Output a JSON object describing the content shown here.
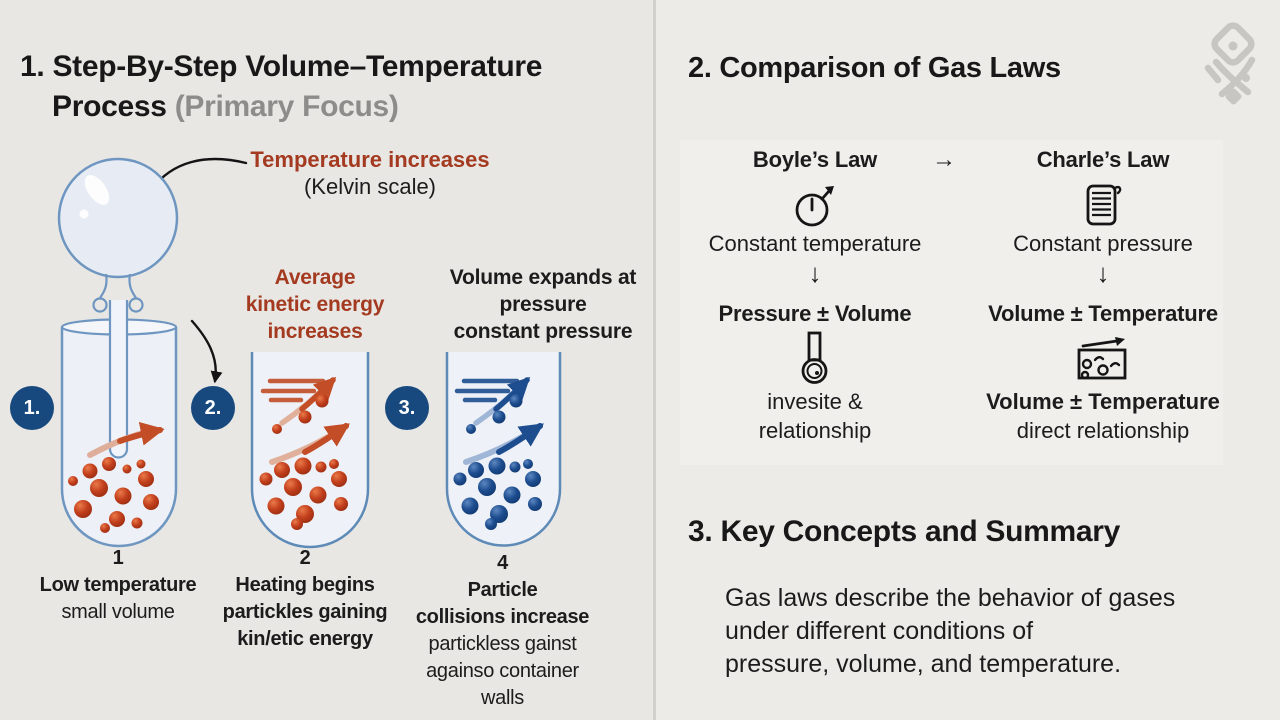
{
  "colors": {
    "background_left": "#e8e7e4",
    "background_right": "#ecebe8",
    "panel_background": "#f0efec",
    "accent_red": "#a43a20",
    "badge_navy": "#17497e",
    "particle_red": "#c23f1c",
    "particle_blue": "#1d4d8f",
    "flask_stroke": "#6e96c0",
    "watermark_gray": "#c8c6c2",
    "muted_gray": "#8d8c8a"
  },
  "section1": {
    "title_line1": "1. Step-By-Step Volume–Temperature",
    "title_line2": "Process",
    "title_line2_suffix": "(Primary Focus)",
    "annotation_temperature": {
      "line1": "Temperature increases",
      "line2": "(Kelvin scale)"
    },
    "annotation_kinetic": {
      "line1": "Average",
      "line2": "kinetic energy",
      "line3": "increases"
    },
    "annotation_volume": {
      "line1": "Volume expands at",
      "line2": "pressure",
      "line3": "constant pressure"
    },
    "badges": [
      {
        "label": "1."
      },
      {
        "label": "2."
      },
      {
        "label": "3."
      }
    ],
    "steps": [
      {
        "number": "1",
        "b1": "Low temperature",
        "r1": "small volume"
      },
      {
        "number": "2",
        "b1": "Heating begins",
        "b2": "partickles gaining",
        "b3": "kin/etic energy"
      },
      {
        "number": "4",
        "b1": "Particle",
        "b2": "collisions increase",
        "r1": "partickless gainst",
        "r2": "againso container",
        "r3": "walls"
      }
    ],
    "illustration": "flask-balloon-and-three-test-tubes-with-gas-particles"
  },
  "section2": {
    "title": "2. Comparison of Gas Laws",
    "flow_arrow": "→",
    "down_arrow": "↓",
    "columns": [
      {
        "law": "Boyle’s Law",
        "icon": "dial-gauge-icon",
        "condition": "Constant temperature",
        "relation": "Pressure ± Volume",
        "icon2": "thermometer-icon",
        "result_line1": "invesite &",
        "result_line2": "relationship"
      },
      {
        "law": "Charle’s Law",
        "icon": "notepad-icon",
        "condition": "Constant pressure",
        "relation": "Volume ± Temperature",
        "icon2": "gas-particles-box-icon",
        "result_line1": "Volume ± Temperature",
        "result_line2": "direct relationship"
      }
    ]
  },
  "section3": {
    "title": "3. Key Concepts and Summary",
    "body_line1": "Gas laws describe the behavior of gases",
    "body_line2": "under different conditions of",
    "body_line3": "pressure, volume, and temperature."
  },
  "watermark": "diamond-logo-watermark"
}
